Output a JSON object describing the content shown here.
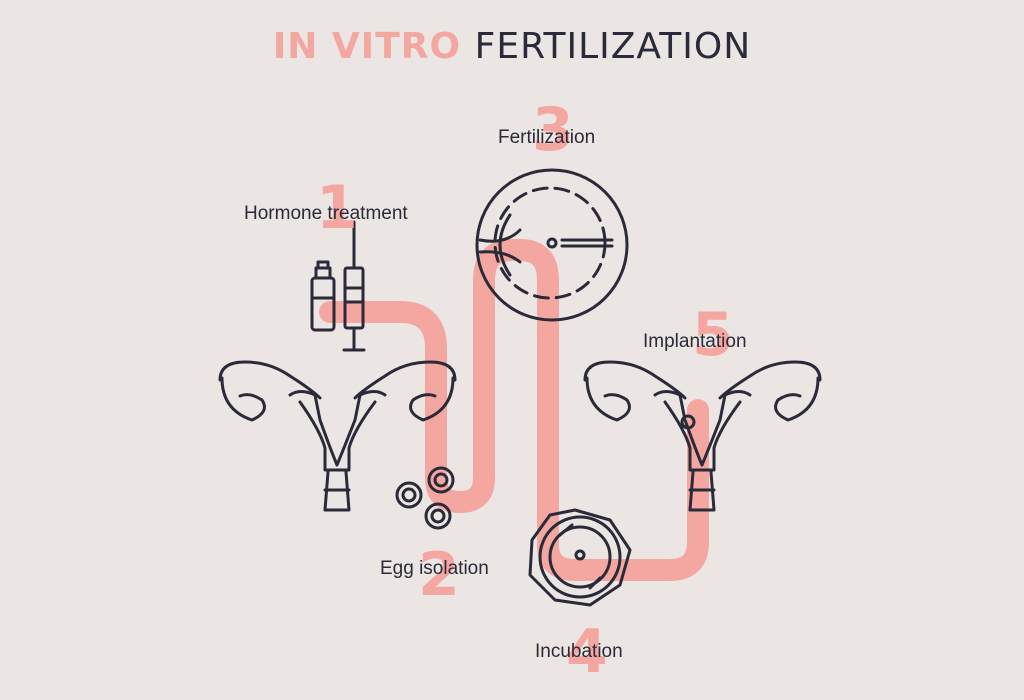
{
  "title": {
    "accent": "IN VITRO",
    "main": "FERTILIZATION"
  },
  "colors": {
    "accent": "#f4a7a0",
    "ink": "#2a2a38",
    "background": "#ebe6e3"
  },
  "steps": [
    {
      "number": "1",
      "label": "Hormone treatment",
      "icon": "syringe-vial-icon"
    },
    {
      "number": "2",
      "label": "Egg isolation",
      "icon": "eggs-icon"
    },
    {
      "number": "3",
      "label": "Fertilization",
      "icon": "petri-dish-icon"
    },
    {
      "number": "4",
      "label": "Incubation",
      "icon": "incubation-dish-icon"
    },
    {
      "number": "5",
      "label": "Implantation",
      "icon": "uterus-icon"
    }
  ]
}
